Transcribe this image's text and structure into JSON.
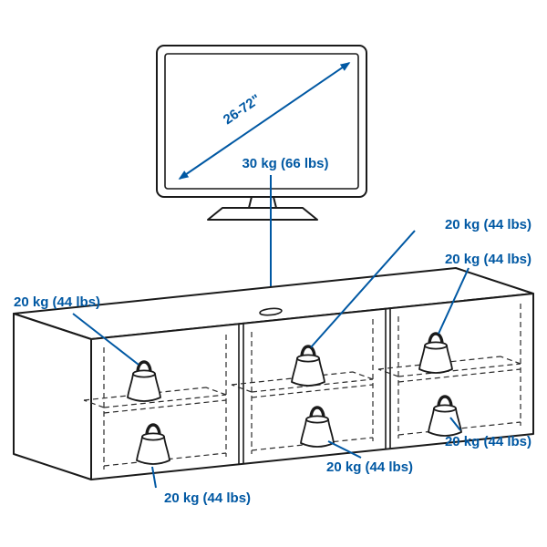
{
  "colors": {
    "accent": "#0058a3",
    "line_art": "#1a1a1a"
  },
  "tv": {
    "screen_size_label": "26-72\"",
    "top_load_label": "30 kg (66 lbs)"
  },
  "bench": {
    "load_labels": {
      "left": "20 kg (44 lbs)",
      "top_right_upper": "20 kg (44 lbs)",
      "top_right_lower": "20 kg (44 lbs)",
      "bottom_left": "20 kg (44 lbs)",
      "bottom_middle": "20 kg (44 lbs)",
      "bottom_right": "20 kg (44 lbs)"
    }
  }
}
